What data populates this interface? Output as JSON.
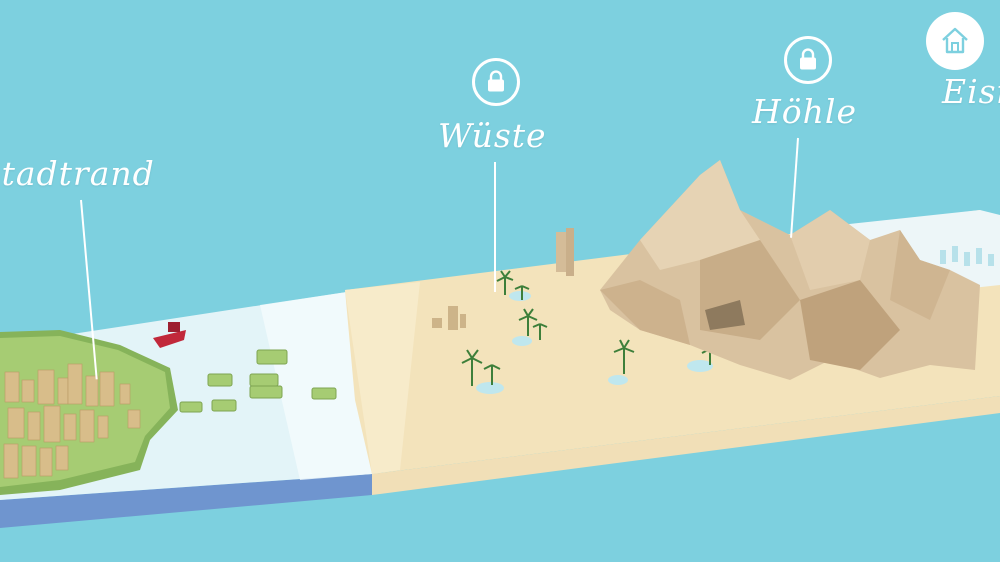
{
  "levels": {
    "stadtrand": {
      "label": "Stadtrand",
      "locked": false
    },
    "wueste": {
      "label": "Wüste",
      "locked": true
    },
    "hoehle": {
      "label": "Höhle",
      "locked": true
    },
    "eis": {
      "label": "Eisi",
      "locked": false
    }
  },
  "icons": {
    "home": "home-icon",
    "lock": "lock-icon"
  },
  "colors": {
    "sky": "#7dd0df",
    "label": "#ffffff",
    "sand": "#f4e5bf",
    "sea": "#d9f1f7",
    "grass": "#9bc36a",
    "rock": "#d8bf9c"
  }
}
